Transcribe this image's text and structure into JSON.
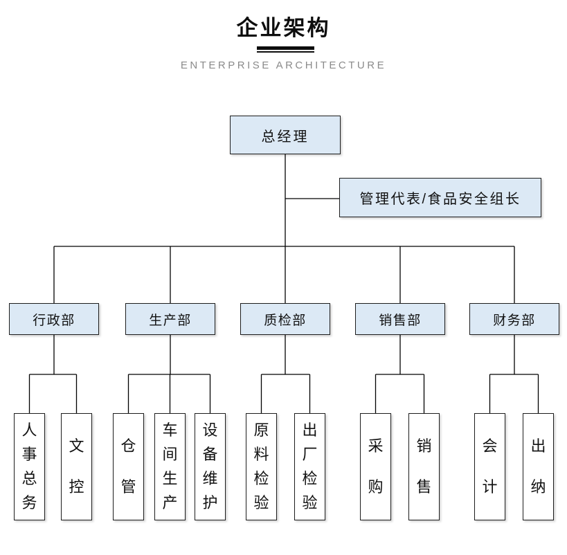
{
  "header": {
    "title": "企业架构",
    "subtitle": "ENTERPRISE ARCHITECTURE"
  },
  "orgchart": {
    "root": {
      "label": "总经理"
    },
    "staff": {
      "label": "管理代表/食品安全组长"
    },
    "departments": [
      {
        "label": "行政部",
        "children": [
          "人事总务",
          "文控"
        ]
      },
      {
        "label": "生产部",
        "children": [
          "仓管",
          "车间生产",
          "设备维护"
        ]
      },
      {
        "label": "质检部",
        "children": [
          "原料检验",
          "出厂检验"
        ]
      },
      {
        "label": "销售部",
        "children": [
          "采购",
          "销售"
        ]
      },
      {
        "label": "财务部",
        "children": [
          "会计",
          "出纳"
        ]
      }
    ]
  },
  "colors": {
    "page_bg": "#ffffff",
    "title": "#0d0d0d",
    "subtitle": "#8a8a8a",
    "node_fill": "#dce9f5",
    "node_border": "#1c1c1c",
    "leaf_fill": "#ffffff",
    "line": "#000000"
  }
}
